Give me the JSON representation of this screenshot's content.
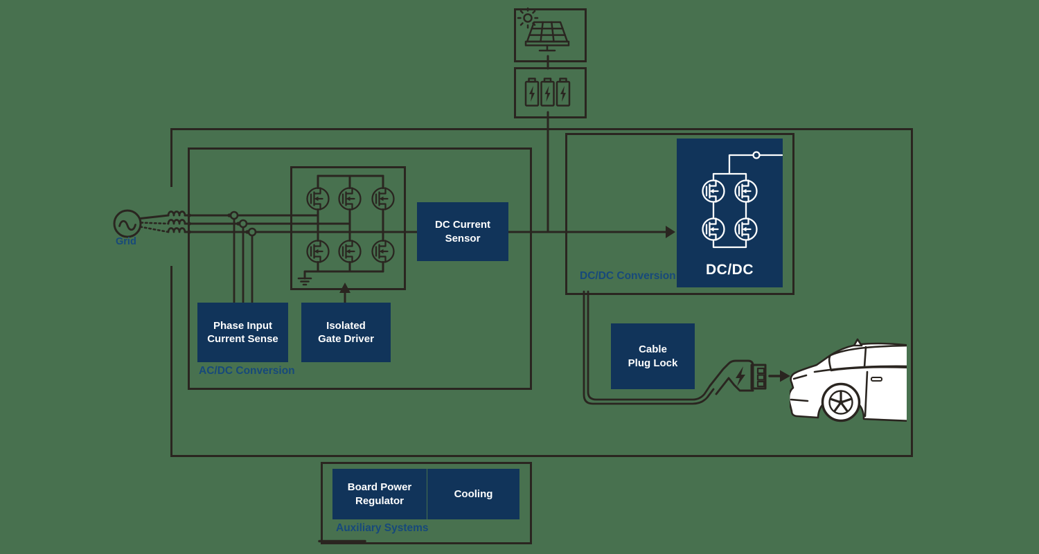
{
  "colors": {
    "background": "#48714F",
    "line": "#2A2520",
    "navy_box": "#11345A",
    "section_label": "#17497B",
    "box_text": "#FFFFFF"
  },
  "labels": {
    "grid": "Grid",
    "acdc_section": "AC/DC Conversion",
    "dcdc_section": "DC/DC Conversion",
    "aux_section": "Auxiliary Systems"
  },
  "blocks": {
    "phase_input_current_sense": "Phase Input\nCurrent Sense",
    "isolated_gate_driver": "Isolated\nGate Driver",
    "dc_current_sensor": "DC Current\nSensor",
    "dcdc": "DC/DC",
    "cable_plug_lock": "Cable\nPlug Lock",
    "board_power_regulator": "Board Power\nRegulator",
    "cooling": "Cooling"
  },
  "icons": [
    "solar-panel-icon",
    "battery-bank-icon",
    "ac-grid-icon",
    "line-filter-inductor-icon",
    "current-tap-icon",
    "mosfet-icon",
    "ground-icon",
    "gate-drive-arrow-icon",
    "dc-flow-arrow-icon",
    "ev-charging-plug-icon",
    "lightning-bolt-icon",
    "charge-arrow-icon",
    "ev-car-icon"
  ]
}
